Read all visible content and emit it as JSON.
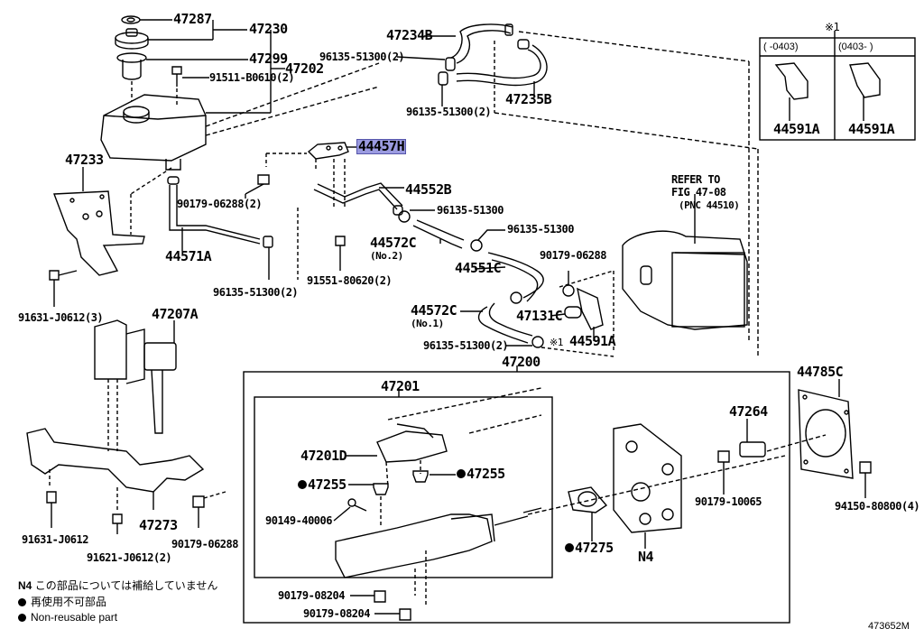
{
  "diagram": {
    "title": "Brake master cylinder, reservoir and hoses parts diagram",
    "figure_id": "473652M",
    "highlight_color": "#9b9be0",
    "callouts": {
      "p47287": "47287",
      "p47230": "47230",
      "p47299": "47299",
      "p47202": "47202",
      "p91511": "91511-B0610(2)",
      "p47234B": "47234B",
      "p96135_top1": "96135-51300(2)",
      "p96135_top2": "96135-51300(2)",
      "p47235B": "47235B",
      "p44457H": "44457H",
      "p47233": "47233",
      "p90179_06288_2": "90179-06288(2)",
      "p44552B": "44552B",
      "p96135_a": "96135-51300",
      "p96135_b": "96135-51300",
      "p44571A": "44571A",
      "p44572C_no2": "44572C",
      "p44572C_no2_sub": "(No.2)",
      "p96135_c2": "96135-51300(2)",
      "p91551": "91551-80620(2)",
      "p44551C": "44551C",
      "p90179_06288_mid": "90179-06288",
      "p44572C_no1": "44572C",
      "p44572C_no1_sub": "(No.1)",
      "p47131C": "47131C",
      "p96135_d2": "96135-51300(2)",
      "p44591A_mid": "44591A",
      "mark1_mid": "※1",
      "p91631_3": "91631-J0612(3)",
      "p47207A": "47207A",
      "p47200": "47200",
      "p47201": "47201",
      "p47201D": "47201D",
      "p47255_l": "47255",
      "p47255_r": "47255",
      "p90149": "90149-40006",
      "p91631": "91631-J0612",
      "p91621": "91621-J0612(2)",
      "p47273": "47273",
      "p90179_06288_bot": "90179-06288",
      "p47275": "47275",
      "pN4": "N4",
      "p47264": "47264",
      "p90179_10065": "90179-10065",
      "p44785C": "44785C",
      "p94150": "94150-80800(4)",
      "p90179_08204_a": "90179-08204",
      "p90179_08204_b": "90179-08204"
    },
    "refer": {
      "line1": "REFER TO",
      "line2": "FIG 47-08",
      "line3": "(PNC 44510)"
    },
    "inset": {
      "mark": "※1",
      "col1_header": "(   -0403)",
      "col2_header": "(0403-   )",
      "col1_part": "44591A",
      "col2_part": "44591A"
    },
    "notes": {
      "n4_code": "N4",
      "n4_text": "この部品については補給していません",
      "nonreusable_jp": "再使用不可部品",
      "nonreusable_en": "Non-reusable part"
    }
  }
}
